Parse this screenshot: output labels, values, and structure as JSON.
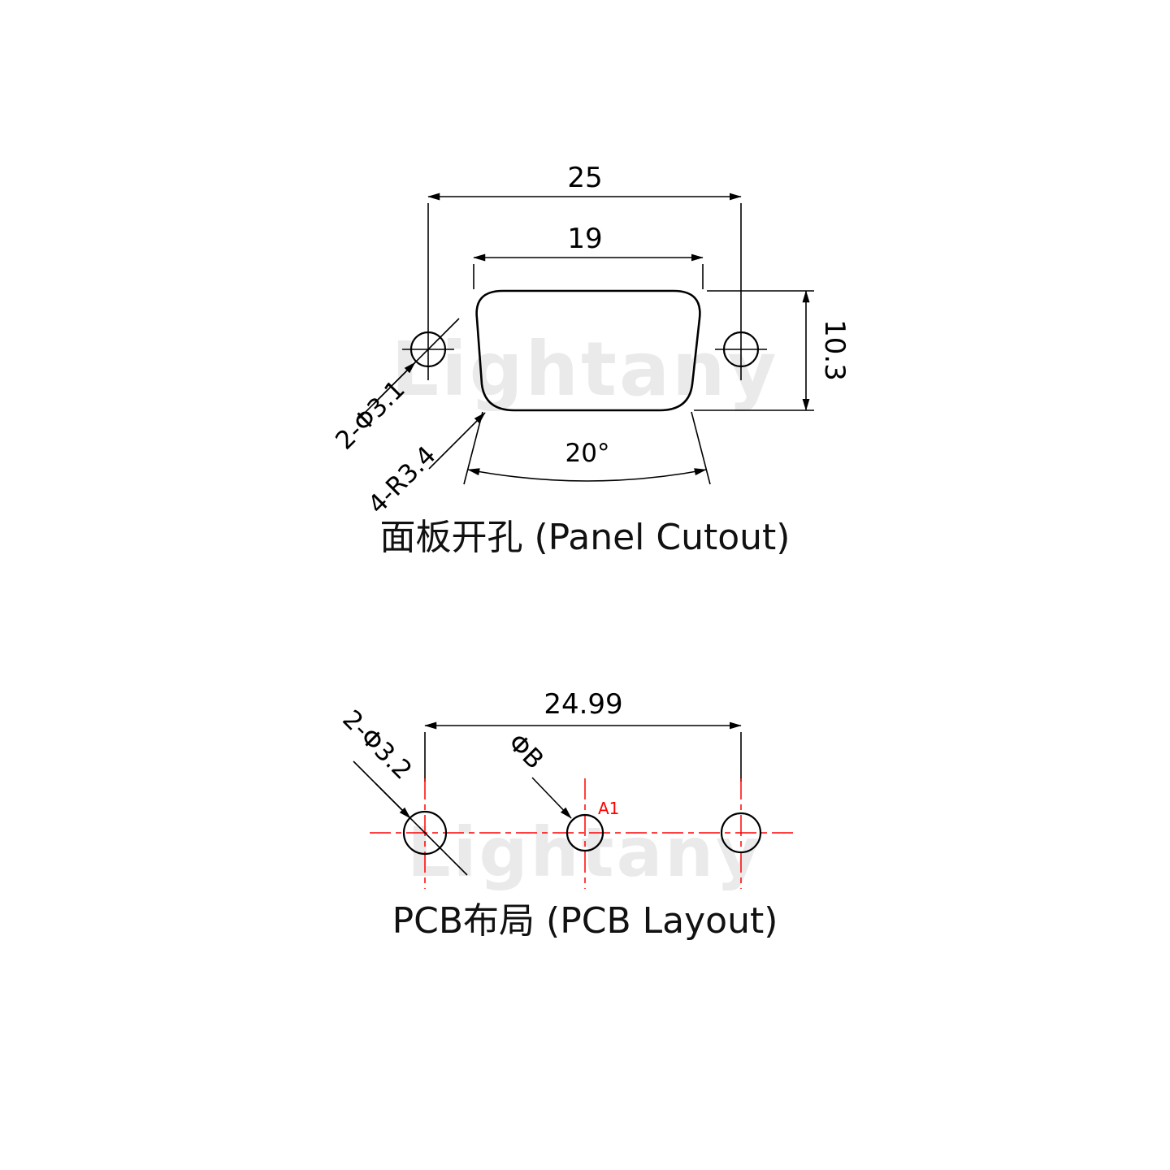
{
  "panel_cutout": {
    "title": "面板开孔 (Panel Cutout)",
    "dim_outer_width": "25",
    "dim_inner_width": "19",
    "dim_height": "10.3",
    "label_mount_holes": "2-Φ3.1",
    "label_corner_radius": "4-R3.4",
    "label_draft_angle": "20°"
  },
  "pcb_layout": {
    "title": "PCB布局 (PCB Layout)",
    "dim_hole_span": "24.99",
    "label_mount_holes": "2-Φ3.2",
    "label_signal_hole": "ΦB",
    "label_pin": "A1"
  },
  "watermark": "Lightany",
  "colors": {
    "line": "#000000",
    "centerline": "#ff0000",
    "pin_label": "#ff0000",
    "watermark": "#eaeaea"
  }
}
